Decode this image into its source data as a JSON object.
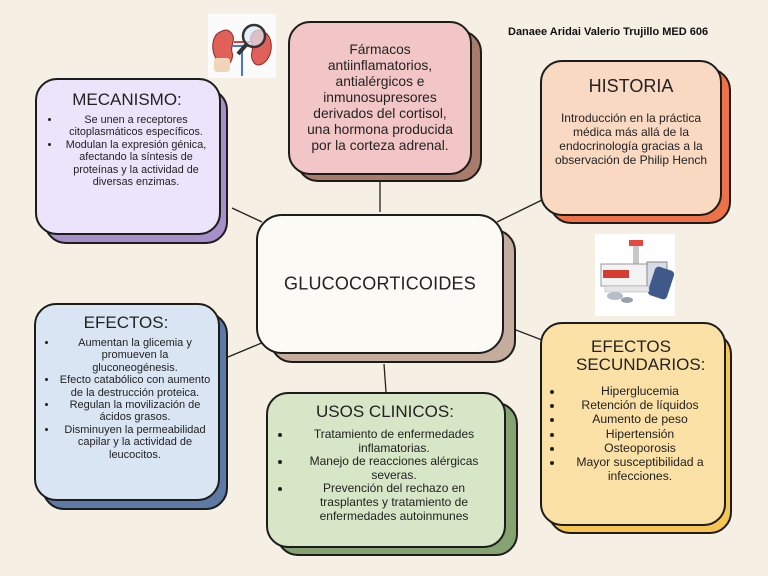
{
  "author": "Danaee Aridai Valerio Trujillo MED 606",
  "center": {
    "title": "GLUCOCORTICOIDES"
  },
  "definition": {
    "text": "Fármacos antiinflamatorios, antialérgicos e inmunosupresores derivados del cortisol, una hormona producida por la corteza adrenal."
  },
  "mecanismo": {
    "title": "MECANISMO:",
    "items": [
      "Se unen a receptores citoplasmáticos específicos.",
      "Modulan la expresión génica, afectando la síntesis de proteínas y la actividad de diversas enzimas."
    ]
  },
  "historia": {
    "title": "HISTORIA",
    "text": "Introducción en la práctica médica más allá de la endocrinología gracias a la observación de Philip Hench"
  },
  "efectos": {
    "title": "EFECTOS:",
    "items": [
      "Aumentan la glicemia y promueven la gluconeogénesis.",
      "Efecto catabólico con aumento de la destrucción proteica.",
      "Regulan la movilización de ácidos grasos.",
      "Disminuyen la permeabilidad capilar y la actividad de leucocitos."
    ]
  },
  "usos": {
    "title": "USOS CLINICOS:",
    "items": [
      "Tratamiento de enfermedades inflamatorias.",
      "Manejo de reacciones alérgicas severas.",
      "Prevención del rechazo en trasplantes y tratamiento de enfermedades autoinmunes"
    ]
  },
  "secundarios": {
    "title": "EFECTOS SECUNDARIOS:",
    "items": [
      "Hiperglucemia",
      "Retención de líquidos",
      "Aumento de peso",
      "Hipertensión",
      "Osteoporosis",
      "Mayor susceptibilidad a infecciones."
    ]
  },
  "colors": {
    "background": "#f6efe4",
    "mecanismo": "#ece4fa",
    "mecanismo_shadow": "#a78fca",
    "definition": "#f2c6c6",
    "definition_shadow": "#a87b6b",
    "historia": "#fad9c2",
    "historia_shadow": "#ee7248",
    "efectos": "#d9e5f3",
    "efectos_shadow": "#5d7aa4",
    "usos": "#d7e6c6",
    "usos_shadow": "#84a370",
    "secundarios": "#fbe1a6",
    "secundarios_shadow": "#f5c451",
    "center": "#fcfaf4",
    "center_shadow": "#c4ad9d"
  },
  "icons": {
    "top_left": "kidney-magnifier-icon",
    "right": "medicine-kit-icon"
  }
}
